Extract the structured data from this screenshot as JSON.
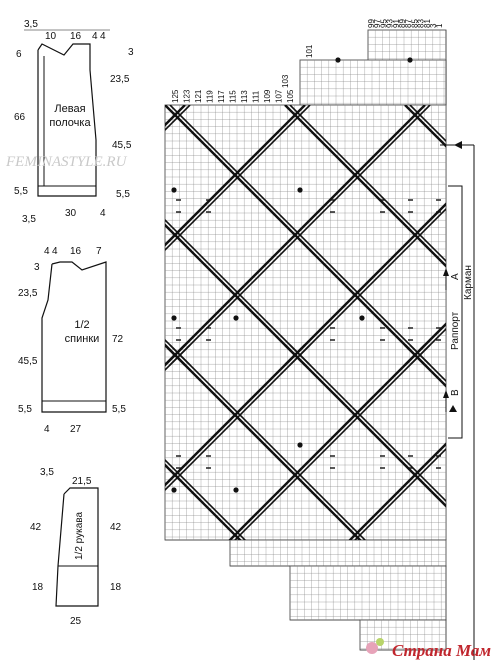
{
  "watermark": "FEMINASTYLE.RU",
  "logo": "Страна Мам",
  "front": {
    "title_line1": "Левая",
    "title_line2": "полочка",
    "dims": {
      "top_left": "3,5",
      "top_neck": "10",
      "top_shoulder": "16",
      "top_right": "4",
      "top_right2": "4",
      "left_small": "6",
      "right_small": "3",
      "armhole": "23,5",
      "left_height": "66",
      "side_height": "45,5",
      "rib_left": "5,5",
      "rib_right": "5,5",
      "bottom_left": "3,5",
      "bottom_width": "30",
      "bottom_right": "4"
    }
  },
  "back": {
    "title_line1": "1/2",
    "title_line2": "спинки",
    "dims": {
      "top_a": "4",
      "top_b": "4",
      "top_shoulder": "16",
      "top_neck": "7",
      "left_small": "3",
      "armhole": "23,5",
      "side_height": "45,5",
      "right_height": "72",
      "rib_left": "5,5",
      "rib_right": "5,5",
      "bottom_left": "4",
      "bottom_width": "27"
    }
  },
  "sleeve": {
    "title": "1/2 рукава",
    "dims": {
      "top_left": "3,5",
      "top_width": "21,5",
      "left_upper": "42",
      "right_upper": "42",
      "left_cuff": "18",
      "right_cuff": "18",
      "bottom_width": "25"
    }
  },
  "chart": {
    "top_row_numbers": [
      "99",
      "97",
      "95",
      "93",
      "91",
      "89",
      "87",
      "85",
      "83",
      "81",
      "3",
      "1"
    ],
    "mid_row_numbers": [
      "101",
      "103"
    ],
    "left_row_numbers": [
      "125",
      "123",
      "121",
      "119",
      "117",
      "115",
      "113",
      "111",
      "109",
      "107",
      "105"
    ],
    "labels": {
      "pocket": "Карман",
      "repeat": "Раппорт",
      "marker_a": "A",
      "marker_b": "B"
    }
  }
}
